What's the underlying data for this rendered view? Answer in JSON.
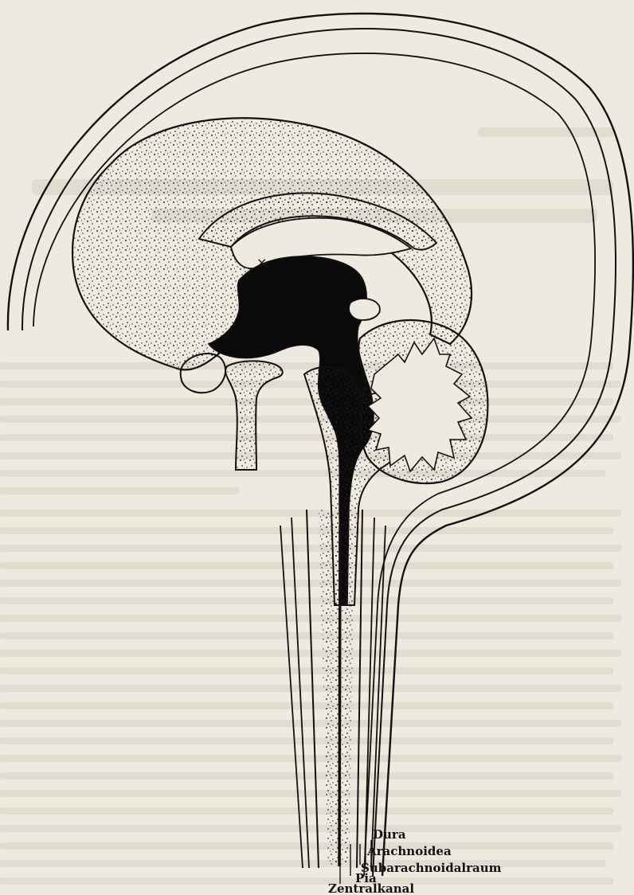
{
  "figure": {
    "marker": "×",
    "labels": {
      "dura": "Dura",
      "arachnoidea": "Arachnoidea",
      "subarachnoidalraum": "Subarachnoidalraum",
      "pia": "Pia",
      "zentralkanal": "Zentralkanal"
    }
  },
  "colors": {
    "paper": "#efeae0",
    "ink": "#111111",
    "ventricle": "#0a0a0a",
    "show_through_text": "#d8d2c6"
  }
}
